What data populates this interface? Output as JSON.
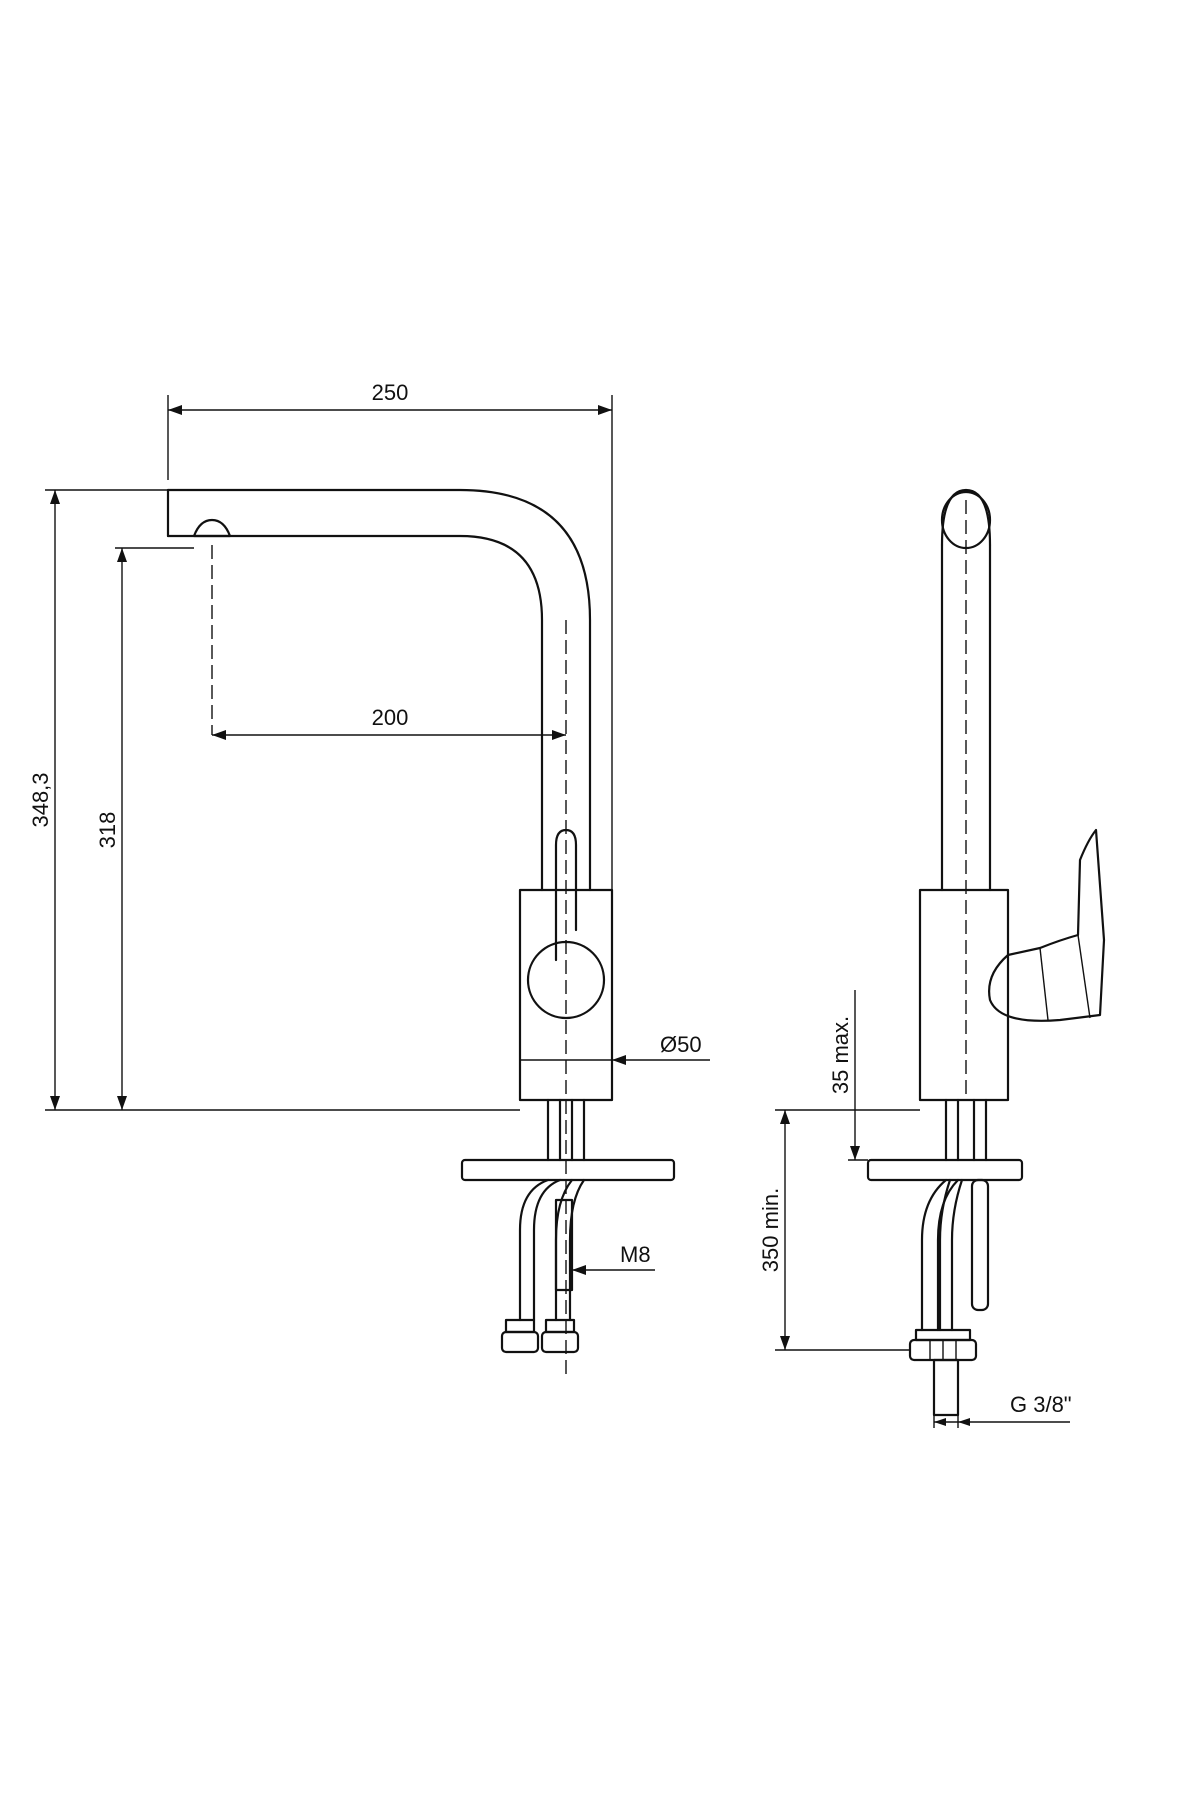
{
  "drawing": {
    "views": [
      {
        "name": "front-view"
      },
      {
        "name": "side-view"
      }
    ],
    "dimensions": {
      "overall_width": "250",
      "spout_reach": "200",
      "overall_height": "348,3",
      "spout_height": "318",
      "body_diameter": "Ø50",
      "max_deck_thickness": "35 max.",
      "min_hose_length": "350 min.",
      "stud_thread": "M8",
      "hose_connection": "G 3/8\""
    }
  }
}
